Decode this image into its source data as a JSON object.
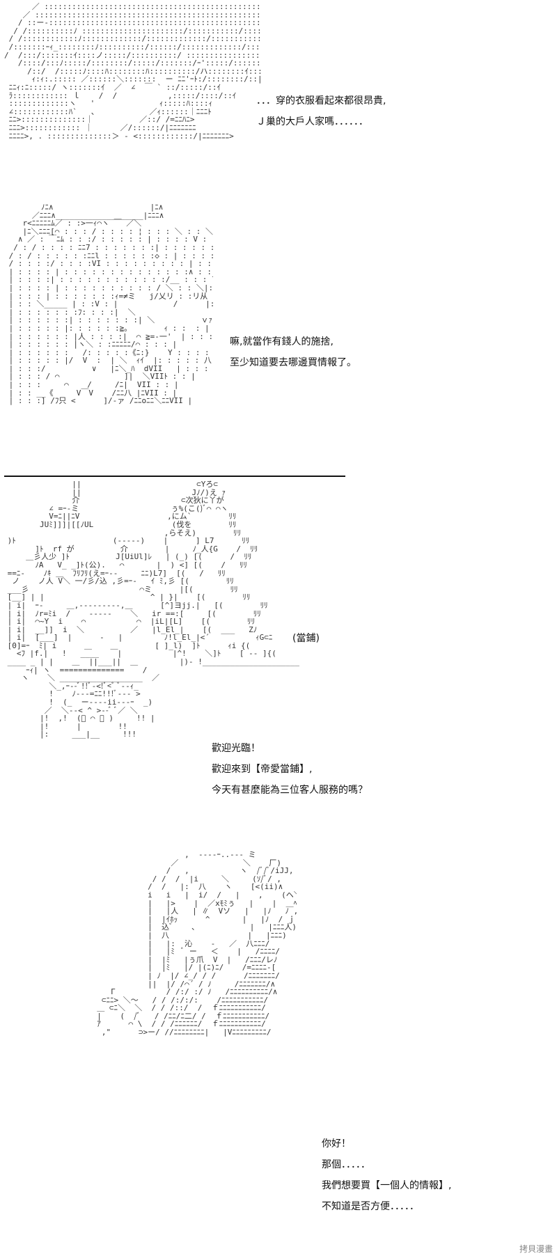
{
  "panels": [
    {
      "dialog": [
        "．．．穿的衣服看起來都很昂貴,",
        "Ｊ巢的大戶人家嗎．．．．．．"
      ],
      "art": [
        "      ／ :::::::::::::::::::::::::::::::::::::::::::::::::::::::＼",
        "    ／ :::::::::::::::::::::::::::::::::::::::::::::::::::::::::: ＼",
        "   / ::ー-::::::::::::::::::::::::::::::::::::::::::::::::::::::::::. ヽ",
        "  / /::::::::::ﾉ ::::::::::::::::::::::/:::::::::::/:::::::::::ﾉ:::ﾉ ::ヽ",
        " / /::::::::::::ﾉ:::::::::::::/:::::::::::::/::::::::::::::ﾉ:::::::ﾊ:: |",
        " /:::::::ｰｨ_::::::::ﾉ::::::::::/::::::/:::::::::::::/:::::::::::: ::|",
        "/  /:::/:::::::ｲ::::ノ:::::/::::::::::/ ::::::::::::::::::::::::|:::|",
        "   /::::/:::ﾉ:::::/::::::::/:::::/:::::::/ｰ':::::/::::::: :::/::::|",
        "     /::/  /:::::ﾉ::::ﾊ::::::::ﾊ::::::::::/ハ::::::::ｲ:::::/:::: |",
        "      ｨ:ｨ:.::::: ／::::::＼:::::::  ー ﾆﾆ'ｰﾄ:/::::::::/::|::::|",
        " ﾆﾆｨ:ﾆ:::::/ ヽ:::::::ｲ  ／  ∠  ￣ ` ::/:::::/::ｲ ",
        " ﾗ:::::::::::: ｌ    /  /           ,:::::/::::/::ｲ",
        " :::::::::::::ヽ   '              ｨ:::::ﾊ::::ｨ",
        " ∠::::::::::::ﾊ`   、           ／ｨ::::::｜ﾆﾆﾆﾄ",
        " ﾆﾆ>::::::::::::::｜          ／::/ /=ﾆﾆﾊﾆ>",
        " ﾆﾆﾆ>:::::::::::: ｜      ／/::::::/|ﾆﾆﾆﾆﾆﾆﾆ",
        " ﾆﾆﾆﾆ>, . ::::::::::::::＞ - <::::::::::::/|ﾆﾆﾆﾆﾆﾆﾆ>"
      ]
    },
    {
      "dialog": [
        "嘛,就當作有錢人的施捨,",
        "至少知道要去哪邊買情報了。"
      ],
      "art": [
        "        ﾉﾆ∧                     |ﾆ∧",
        "      ／ﾆﾆﾆ∧___________________|ﾆﾆﾆ∧",
        "    r<ﾆﾆﾆﾆﾆﾑ／ : :>一ｨ⌒ヽ ￣ ／＼",
        "    |ﾆ＼ﾆﾆﾆ[⌒ : : : / : : : : ¦ : : : ＼ : : ＼",
        "   ∧ ／ : ￣ﾆﾑ : : :/ : : : : : | : : : : V : : : ＼",
        "  / : / : : : : ﾆﾆ7 : : : : : : :| : : : : : :V : : : : :＼",
        " / : / : : : : : :ﾆﾆl : : : : : :◇ : | : : : : : : |: : : :◇ : :",
        " / : : : :/ : : : :VI : : : : : : : : : | : : : : : : | : : : : : : |",
        " | : : : : | : : : : : : : : : : : : : :∧ : : : : : :/ : : : : : :|",
        " | : : : :| : : : : : : : : : : : :/__ : : : l : | : : : : :|",
        " | : : : : | : : : : : : : : : : / ＼ : : ＼|:ﾄﾔ灯人 : |",
        " | : : : | : : : : : : :ｨ=≠ミ   j/乂リ : :リ从",
        " | : : ＼_____ | : :V : |            /      |: |",
        " | : : : : : : :ﾌ: : : :|  ＼                     八 |",
        " | : : : : : :| : : : : : : :| ＼          ｖｧ   |  |",
        " | : : : : : |: : : : : :≧。       ｨ : :  : |",
        " | : : : : : : |人 : : : :|  ⌒ ≧=-一'  | : : : |",
        " | : : : : : : |ヽ＼ : :ﾆﾆﾆﾆﾆ/⌒ : : : |",
        " | : : : : : :   /: : : : :《ﾆ:}    Y : : : : |",
        " | : : : : : |/  V  :  | ＼  ｨｲ  |: : : : : 八",
        " | : : :/          ∨   |ﾆ＼_ﾊ  dVII   | : : : : |",
        " | : : : / ⌒              ]|  ＼VIIﾄ : : |",
        " | : : :     ⌒    /     /ﾆ|  VII : : |",
        " | : : __《     V￣V    /ﾆﾆ八 |ﾆVII : |",
        " | : : :] /ﾌ只 <      ]/-ァ /ﾆﾆoﾆﾆ＼ﾆﾆVII |"
      ]
    },
    {
      "tag": "(當鋪)",
      "dialog": [
        "歡迎光臨！",
        "歡迎來到【帝愛當鋪】,",
        "今天有甚麼能為三位客人服務的嗎？"
      ],
      "art": [
        "               ||                         ⊂Yろ⊂",
        "               ||                        Jﾉ/)え ｧ",
        "               介                      ⊂次狄に丫が",
        "          ∠ =ｰ-ミ                    ぅ%(こ()ﾞ⌒ ⌒ヽ",
        "          V=ﾆ||ﾆV                   ,にム`        ﾘﾘ",
        "        JUﾐ]]]|[[ﾉUL                 (伐を        ﾘﾘ",
        "                                   ,らそえ)        ﾘﾘ",
        " )ﾄ                     (-----)    |      ] L7      ﾘﾘ",
        "       ]ﾄ  rf が          介        |     ﾉ_人{G    /  ﾘﾘ",
        "     ＿彡人少 ]ﾄ          J[UiUl]ﾚ   | (_) [(      /  ﾘﾘ",
        "       ﾉA   V_ _]ﾄ(公).   ⌒       |  ) <] [(    /   ﾘﾘ",
        " ==ﾆ-    ﾉｷ ＿  ﾌﾘﾌﾘ(え=ｰ--     ﾆﾆ)L7]  [(   /   ﾘﾘ",
        "  ノ    ノ人 V＼ 一/彡/込 ,彡=ｰ-   ｲ ﾐ,彡 [(        ﾘﾘ",
        " ___彡                        ⌒ミ      |[(        ﾘﾘ",
        " [__] | |                       ^ | }|    [(        ﾘﾘ",
        " | i|  ｰ-     ＿,---------,＿      [^]ヨjj.|   [(        ﾘﾘ",
        " | i|  ﾉr=ﾐi  /    -----    ＼   ir ==:[     [(        ﾘﾘ",
        " | i|  ⌒~Y  i    ⌒           ⌒  |iL|[L]    [(        ﾘﾘ",
        " | i|  __]]  i  ＼          ／   |l_El_|    [(  ___   Zﾉ",
        " | i|  [___]  |      -   |         ﾉ!l_El_|<´          ｨG⊂ﾆ",
        " [0]=ｰ  ﾐ| i      ＿    ＿        [ ]_l)  ]ﾄ      ｨi {(",
        "   <ﾌ |f.|   !   ____    |           |^!    ＼]ﾄ    [ -- ]{(",
        " ____ _ | |    ＿  ||___||  ＿         |)- !_____________________",
        "     ｰｨ| ヽ  ==============    /",
        "    ヽ    ＼ __________________  ／",
        "          ＼_,ｰ--ﾞ!!ﾞ-<!ﾞ<ﾞ ﾞ--ｨ_",
        "          !    ﾉ---=ﾆﾆ!!!ﾞ--- >",
        "          !  (_  ー----ii---ｰ  _)",
        "         ／  ＼--< ^ >--ﾞ ﾞ／ ＼",
        "        |!  ,!  (ﾞ ⌒ ﾞ )     !! |",
        "        |!      |        !!",
        "        |:     ___|__     !!!"
      ]
    },
    {
      "dialog": [
        "你好！",
        "那個．．．．．",
        "我們想要買【一個人的情報】,",
        "不知道是否方便．．．．．"
      ],
      "art": [
        "                     ,  ----ｰ..--- ミ",
        "                  ／              ＼    厂)",
        "                 /   ,           ヽ  /ﾞ/ﾞ/iJJ,",
        "              / /  /  |i     ＼     (ｿ/ﾞ/ ,",
        "             /  /   |:  八    ヽ    [<(ii)∧     ,",
        "             i   i   |  i/  /   |    ,    (ヘ＼",
        "             |   |>    |  ／xﾓﾐぅ   |    |  ＿ﾍ＼",
        "             |   |人   | ∥  Vソ   |   |ﾉ   ﾉ ,",
        "             |  |ｲﾎｯ      ^       |   |ﾉ  / ｊ",
        "             |  込ﾞ    、           |   |ﾆﾆﾆ人)",
        "             |  八                 |   |ﾆﾆﾆ)",
        "             |   |:  沁    -   ／  八ﾆﾆﾆ/",
        "             |   |ﾐ  ﾞ ー   ＜    |   /ﾆﾆﾆﾆ/",
        "             |  |ﾐ   |ぅ爪  V  |   /ﾆﾆﾆ/レﾉ",
        "             |  |ﾐ   |/ |(ﾆ)ﾆ/    /=ﾆﾆﾆﾆ-[",
        "             | ﾉ  |/ ∠_/ / /      /ﾆﾆﾆﾆﾆﾆﾆ/",
        "             ||  |/ /⌒´ / ﾉ     /ﾆﾆﾆﾆﾆﾆﾆ/∧",
        "     Г           / /:/ :/ ﾉ   /ﾆﾆﾆﾆﾆﾆﾆﾆﾆﾆ/∧",
        "   ⊂ﾆﾆ> ＼〜   / / /:/:/:    /ﾆﾆﾆﾆﾆﾆﾆﾆﾆﾆﾆ/",
        "  ＿ ⊂ﾆ＼  ＼  / / /::/  /  ｆﾆﾆﾆﾆﾆﾆﾆﾆﾆﾆﾆ/",
        "  |    (  /ﾞ   / /ﾆﾆ/ﾆ二/ /  ｆﾆﾆﾆﾆﾆﾆﾆﾆﾆﾆﾆ/",
        "  ｱ      ⌒ \\  / / /ﾆﾆﾆﾆﾆﾆ/  ｆﾆﾆﾆﾆﾆﾆﾆﾆﾆﾆﾆ/",
        "   ,\"      ⊃>ー/ //ﾆﾆﾆﾆﾆﾆﾆﾆ|   |Vﾆﾆﾆﾆﾆﾆﾆﾆﾆ/"
      ]
    }
  ],
  "watermark": "拷貝漫畫"
}
